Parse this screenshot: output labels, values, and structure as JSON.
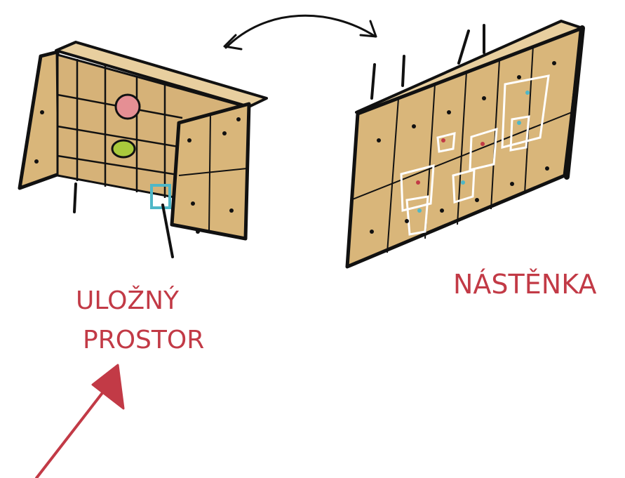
{
  "labels": {
    "storage_line1": "ULOŽNÝ",
    "storage_line2": "PROSTOR",
    "pinboard": "NÁSTĚNKA"
  },
  "colors": {
    "ink": "#111111",
    "wood": "#d9b67a",
    "wood_dark": "#c79f5e",
    "marker_red": "#c23a46",
    "pink": "#e58f94",
    "lime": "#a9c93c",
    "cyan": "#4fb7c7"
  }
}
